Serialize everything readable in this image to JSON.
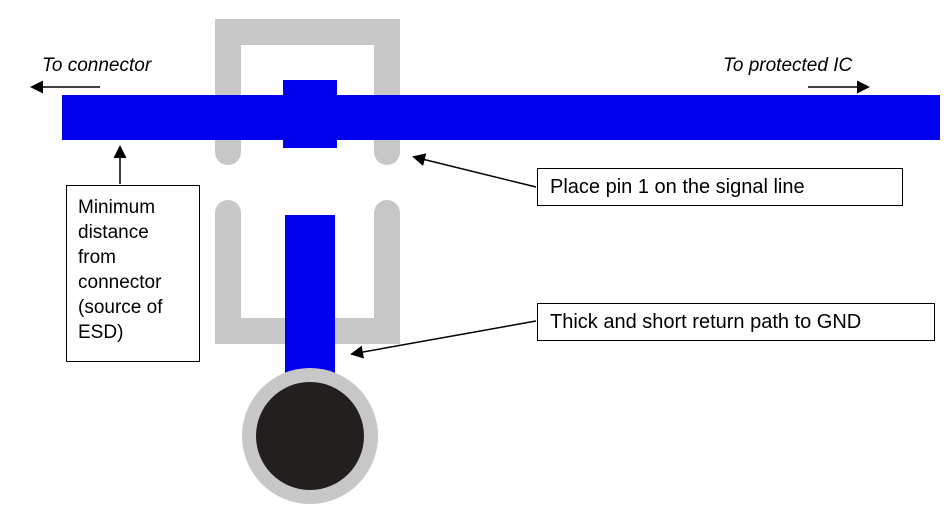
{
  "flow_labels": {
    "to_connector": "To connector",
    "to_protected_ic": "To protected IC"
  },
  "callouts": {
    "min_distance": "Minimum distance from connector (source of ESD)",
    "place_pin": "Place pin 1 on the signal line",
    "return_path": "Thick and short return path to GND"
  },
  "colors": {
    "signal_trace": "#0000ee",
    "footprint_gray": "#c7c7c7",
    "via_drill": "#241f1f",
    "annotation": "#000000",
    "background": "#ffffff"
  }
}
